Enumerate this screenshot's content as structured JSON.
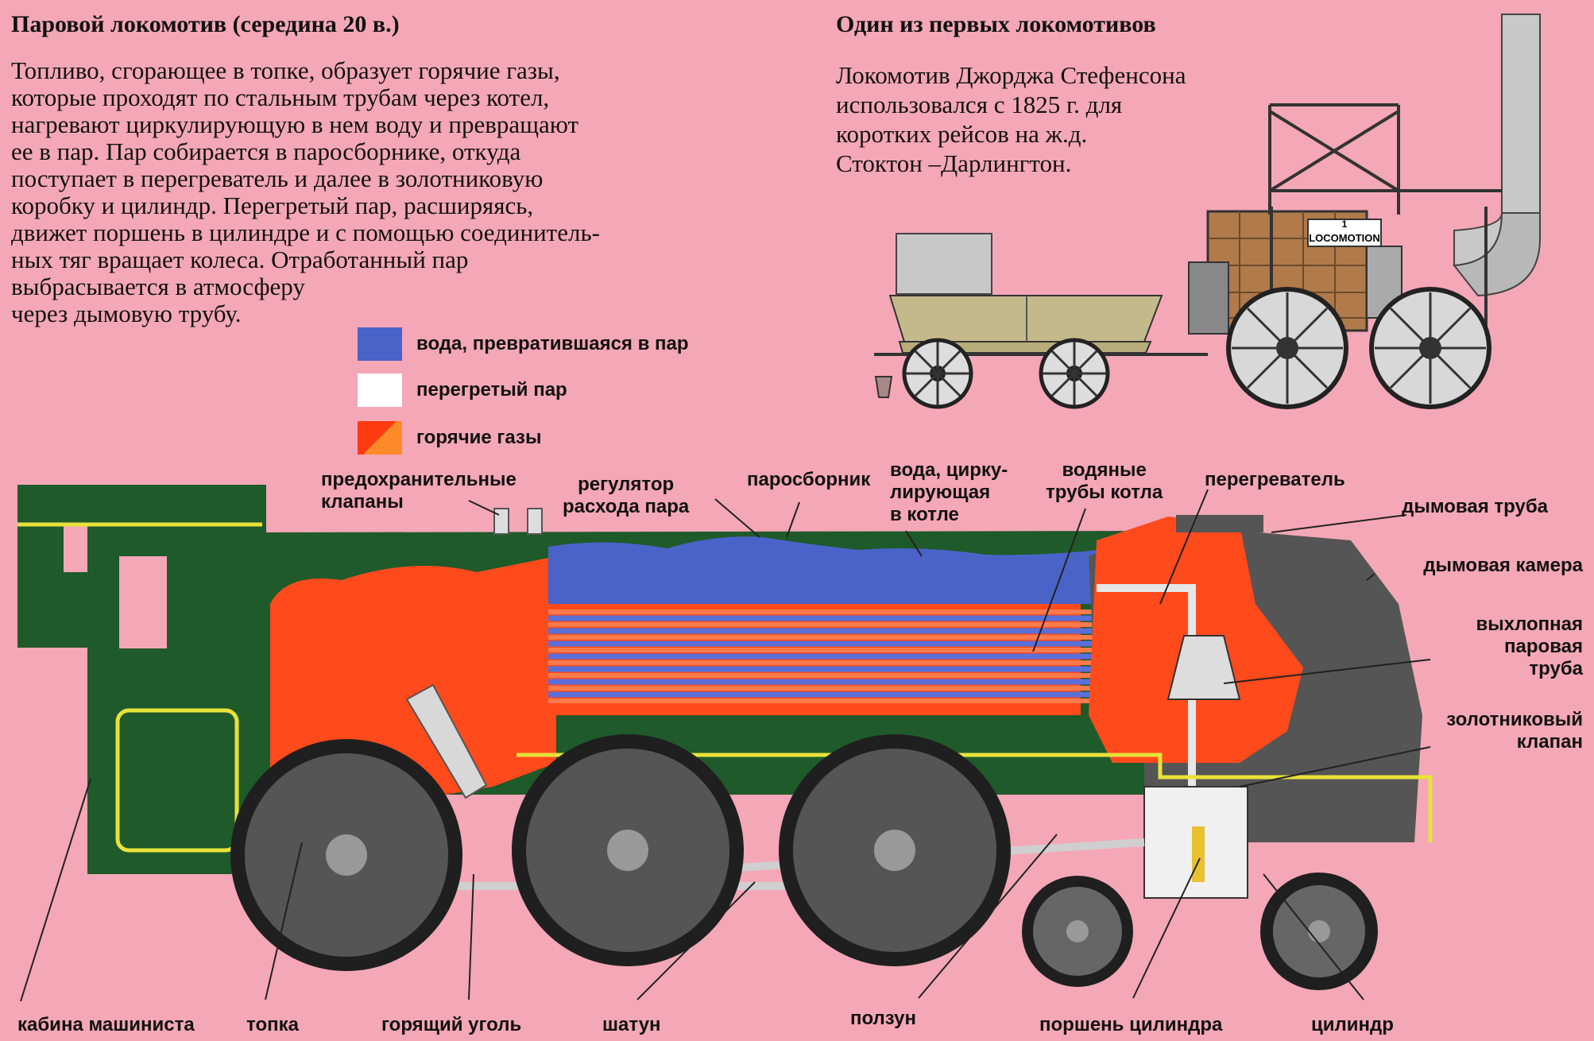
{
  "main": {
    "title": "Паровой локомотив (середина 20 в.)",
    "description_lines": [
      "Топливо, сгорающее в топке, образует горячие газы,",
      "которые проходят по стальным трубам через котел,",
      "нагревают циркулирующую в нем воду и превращают",
      "ее в пар. Пар собирается в паросборнике, откуда",
      "поступает в перегреватель и далее в золотниковую",
      "коробку и цилиндр. Перегретый пар, расширяясь,",
      "движет поршень в цилиндре и с помощью соединитель-",
      "ных тяг вращает колеса. Отработанный пар",
      "выбрасывается в атмосферу",
      "через дымовую трубу."
    ]
  },
  "early": {
    "title": "Один из первых локомотивов",
    "description_lines": [
      "Локомотив Джорджа Стефенсона",
      "использовался с 1825 г. для",
      "коротких рейсов на ж.д.",
      "Стоктон –Дарлингтон."
    ],
    "plate_number": "1",
    "plate_name": "LOCOMOTION"
  },
  "legend": [
    {
      "label": "вода, превратившаяся в пар",
      "color": "#4a63c8"
    },
    {
      "label": "перегретый пар",
      "color": "#ffffff"
    },
    {
      "label": "горячие газы",
      "color": "#ff4a1c"
    }
  ],
  "labels": {
    "safety_valves": [
      "предохранительные",
      "клапаны"
    ],
    "regulator": [
      "регулятор",
      "расхода пара"
    ],
    "steam_dome": "паросборник",
    "boiler_water": [
      "вода, цирку-",
      "лирующая",
      "в котле"
    ],
    "water_tubes": [
      "водяные",
      "трубы котла"
    ],
    "superheater": "перегреватель",
    "chimney": "дымовая труба",
    "smokebox": "дымовая камера",
    "exhaust_pipe": [
      "выхлопная",
      "паровая",
      "труба"
    ],
    "slide_valve": [
      "золотниковый",
      "клапан"
    ],
    "cab": "кабина машиниста",
    "firebox": "топка",
    "burning_coal": "горящий уголь",
    "connecting_rod": "шатун",
    "crosshead": "ползун",
    "piston": "поршень цилиндра",
    "cylinder": "цилиндр"
  },
  "colors": {
    "background": "#f4a7b7",
    "body_green": "#1f5a2a",
    "trim_yellow": "#e8e23a",
    "hot_gas": "#ff4a1c",
    "steam_water": "#4a63c8",
    "smokebox_grey": "#555555",
    "tender_wood": "#b8ad7a"
  }
}
